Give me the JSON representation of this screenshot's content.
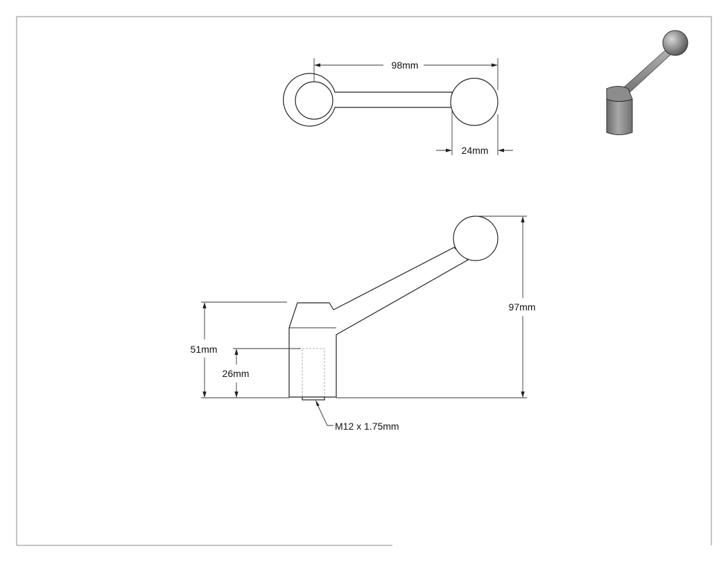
{
  "drawing": {
    "dimensions": {
      "overall_length": "98mm",
      "ball_diameter": "24mm",
      "overall_height": "97mm",
      "hub_height": "51mm",
      "thread_depth": "26mm",
      "thread_spec": "M12 x 1.75mm"
    },
    "colors": {
      "line": "#222222",
      "iso_light": "#9c9c9c",
      "iso_dark": "#6e6e6e",
      "background": "#ffffff"
    }
  }
}
